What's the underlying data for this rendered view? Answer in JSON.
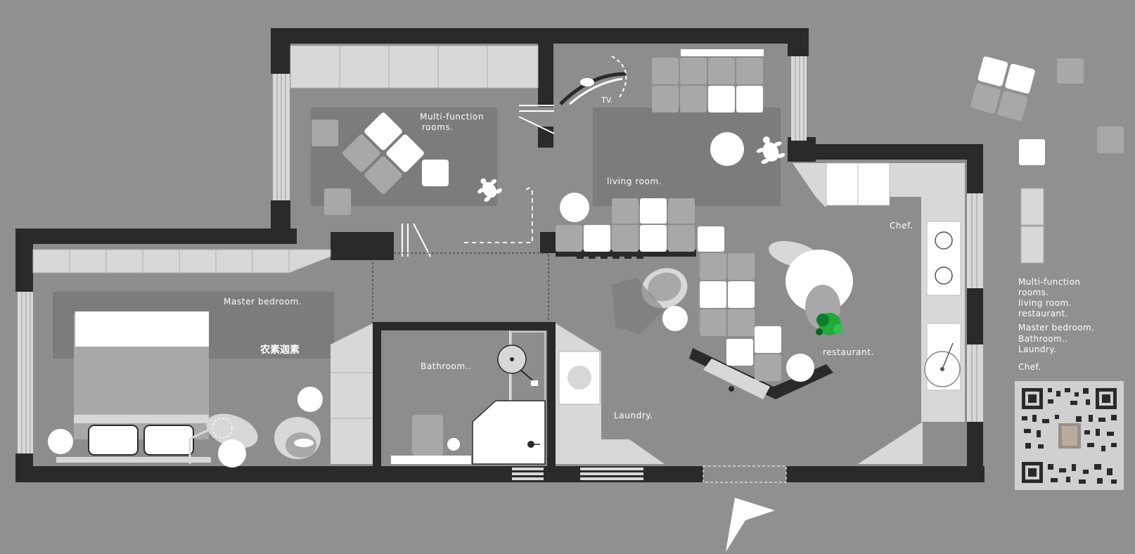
{
  "rooms": {
    "multi_function": "Multi-function",
    "multi_function_2": "rooms.",
    "tv": "TV.",
    "living_room": "living room.",
    "chef": "Chef.",
    "master_bedroom": "Master bedroom.",
    "bathroom": "Bathroom..",
    "laundry": "Laundry.",
    "restaurant": "restaurant."
  },
  "logo": {
    "text": "农素迦素"
  },
  "legend": {
    "items": [
      "Multi-function",
      " rooms.",
      "living room.",
      "restaurant.",
      "Master bedroom.",
      "Bathroom..",
      "Laundry.",
      "Chef."
    ]
  },
  "colors": {
    "background": "#919091",
    "wall": "#2b2a2b",
    "floor": "#8e8d8e",
    "white": "#ffffff",
    "light": "#d8d8d8",
    "cushion": "#a9a8a9",
    "green_accent": "#1faa3a"
  },
  "icons": [
    "north-arrow-icon",
    "qr-code-icon",
    "turtle-icon"
  ]
}
